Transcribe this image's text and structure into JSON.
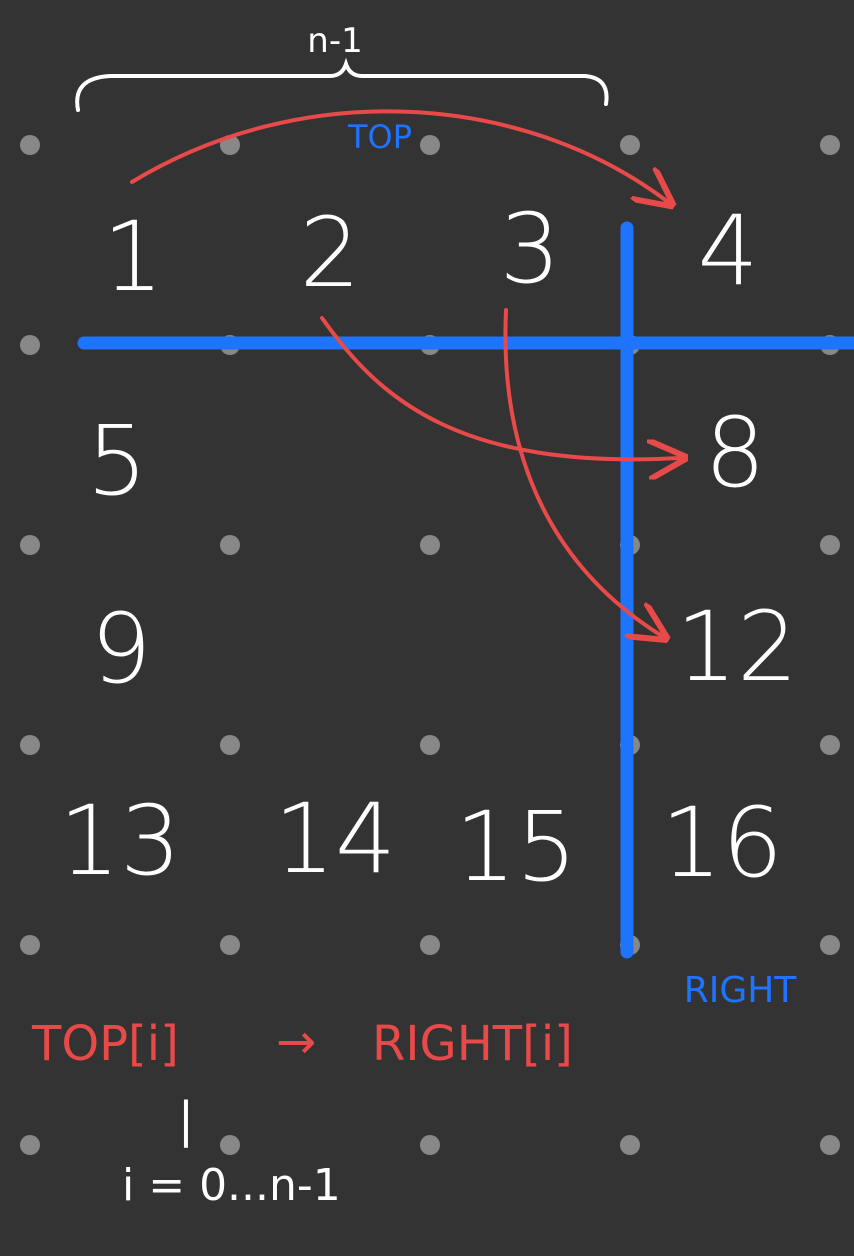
{
  "colors": {
    "background": "#333333",
    "dots": "#888888",
    "numbers": "#ffffff",
    "blue": "#1e73ff",
    "red": "#e84a4a"
  },
  "brace_label": "n-1",
  "top_label": "TOP",
  "right_label": "RIGHT",
  "grid": {
    "row1": [
      "1",
      "2",
      "3",
      "4"
    ],
    "row2_left": "5",
    "row2_right": "8",
    "row3_left": "9",
    "row3_right": "12",
    "row4": [
      "13",
      "14",
      "15",
      "16"
    ]
  },
  "formula": {
    "top": "TOP[i]",
    "arrow": "→",
    "right": "RIGHT[i]",
    "bar": "|",
    "range": "i = 0...n-1"
  }
}
